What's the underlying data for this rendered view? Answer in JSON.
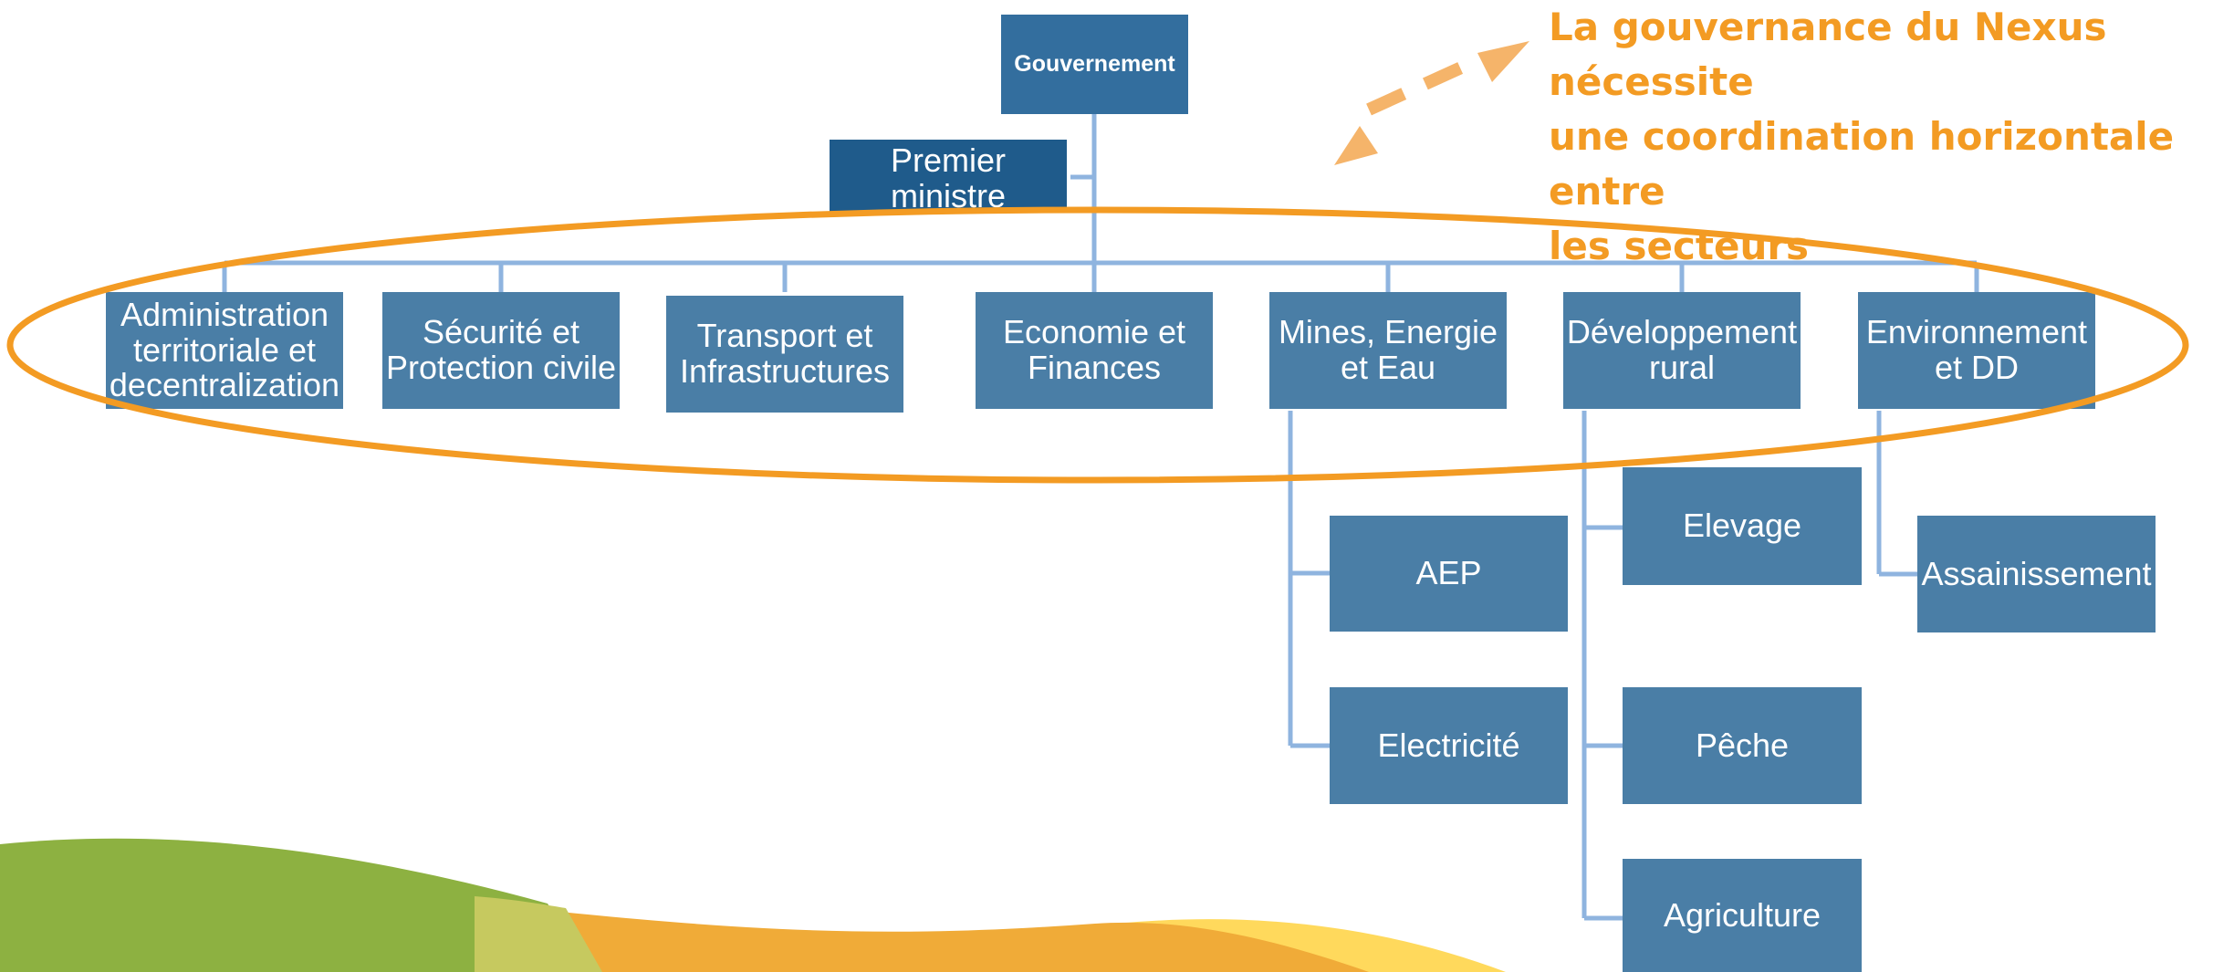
{
  "colors": {
    "box": "#4a7ea6",
    "box_top": "#336e9e",
    "box_pm": "#1f5b8b",
    "connector": "#8fb4df",
    "ellipse": "#f39b23",
    "annotation": "#f39b23",
    "arrow": "#f5b46a"
  },
  "annotation": {
    "text": "La gouvernance du Nexus nécessite\nune coordination horizontale entre\nles secteurs"
  },
  "org": {
    "root": "Gouvernement",
    "premier": "Premier\nministre",
    "sectors": [
      "Administration\nterritoriale et\ndecentralization",
      "Sécurité et\nProtection civile",
      "Transport et\nInfrastructures",
      "Economie et\nFinances",
      "Mines, Energie\net Eau",
      "Développement\nrural",
      "Environnement\net DD"
    ],
    "mines_children": [
      "AEP",
      "Electricité"
    ],
    "rural_children": [
      "Elevage",
      "Pêche",
      "Agriculture"
    ],
    "env_children": [
      "Assainissement"
    ]
  }
}
